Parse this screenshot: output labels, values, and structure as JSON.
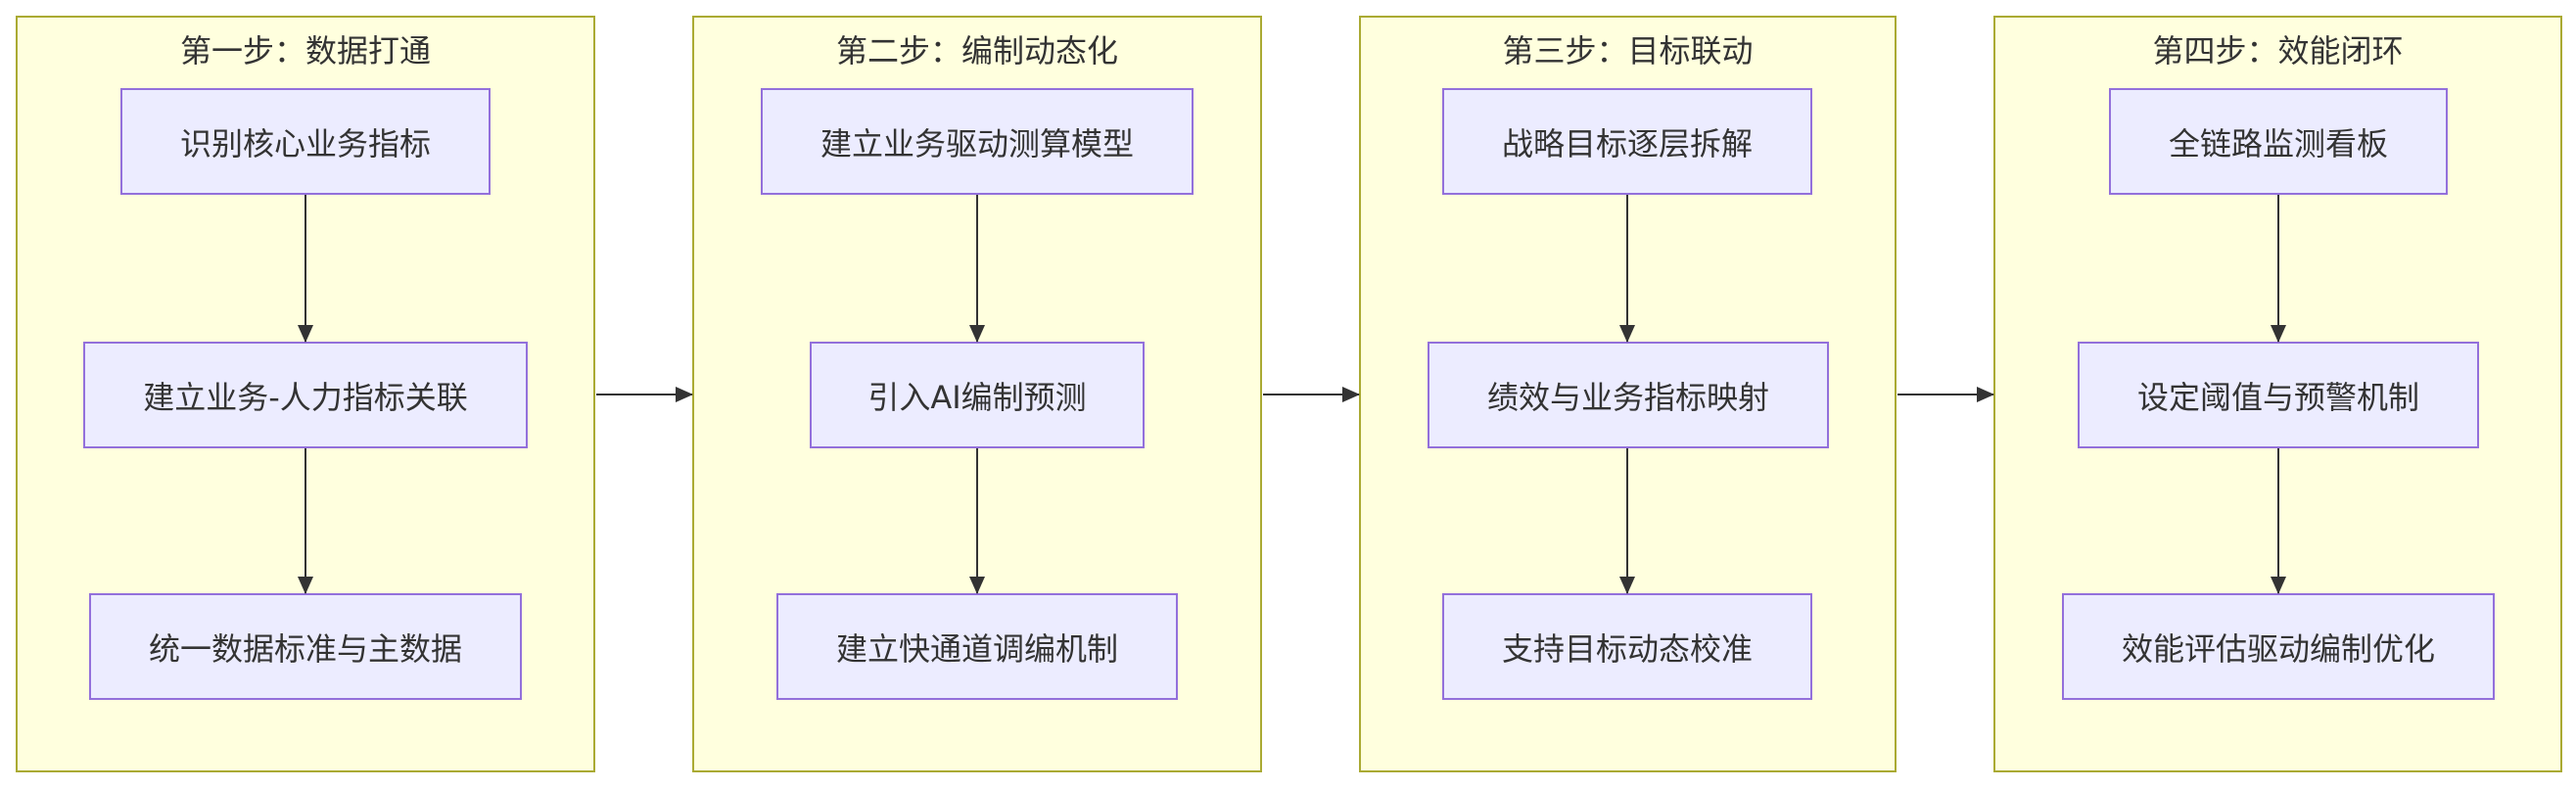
{
  "stages": [
    {
      "title": "第一步：数据打通",
      "nodes": [
        "识别核心业务指标",
        "建立业务-人力指标关联",
        "统一数据标准与主数据"
      ]
    },
    {
      "title": "第二步：编制动态化",
      "nodes": [
        "建立业务驱动测算模型",
        "引入AI编制预测",
        "建立快通道调编机制"
      ]
    },
    {
      "title": "第三步：目标联动",
      "nodes": [
        "战略目标逐层拆解",
        "绩效与业务指标映射",
        "支持目标动态校准"
      ]
    },
    {
      "title": "第四步：效能闭环",
      "nodes": [
        "全链路监测看板",
        "设定阈值与预警机制",
        "效能评估驱动编制优化"
      ]
    }
  ],
  "colors": {
    "cluster_fill": "#ffffde",
    "cluster_border": "#aaaa33",
    "node_fill": "#ececff",
    "node_border": "#9370db",
    "text": "#333333",
    "edge": "#333333"
  }
}
